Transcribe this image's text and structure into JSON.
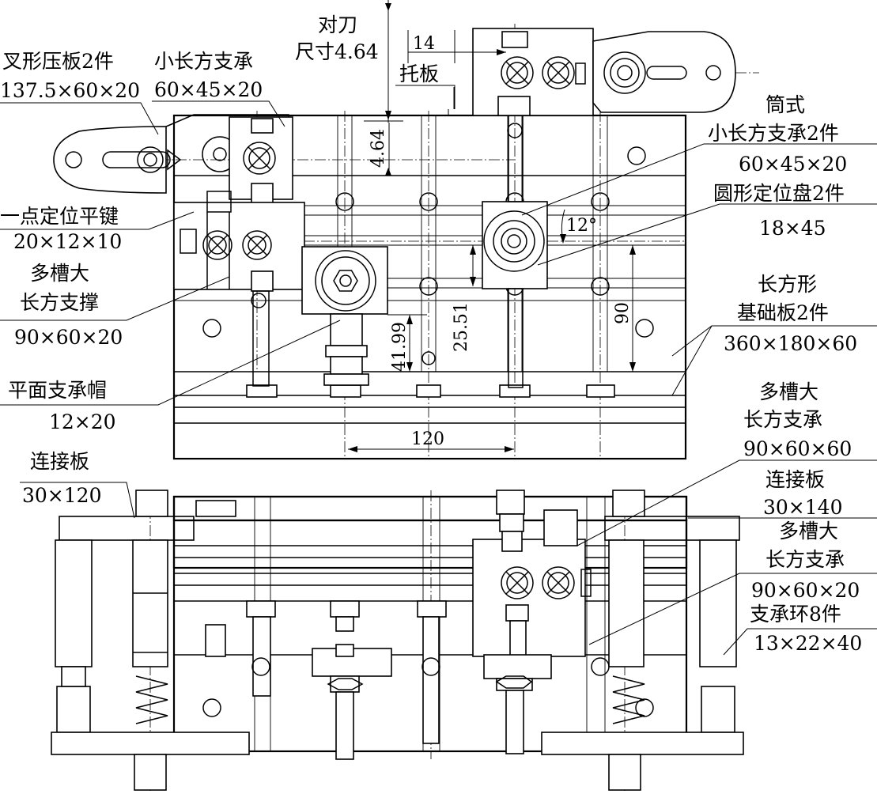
{
  "labels": {
    "fork_plate": {
      "name": "叉形压板2件",
      "size": "137.5×60×20"
    },
    "small_rect_support": {
      "name": "小长方支承",
      "size": "60×45×20"
    },
    "tool_setting": {
      "line1": "对刀",
      "line2": "尺寸4.64"
    },
    "pallet": {
      "name": "托板"
    },
    "tube_support": {
      "line1": "筒式",
      "line2": "小长方支承2件",
      "size": "60×45×20"
    },
    "round_locator": {
      "name": "圆形定位盘2件",
      "size": "18×45"
    },
    "flat_key": {
      "name": "一点定位平键",
      "size": "20×12×10"
    },
    "multi_slot_brace": {
      "line1": "多槽大",
      "line2": "长方支撑",
      "size": "90×60×20"
    },
    "rect_base": {
      "line1": "长方形",
      "line2": "基础板2件",
      "size": "360×180×60"
    },
    "flat_cap": {
      "name": "平面支承帽",
      "size": "12×20"
    },
    "multi_slot_support_60": {
      "line1": "多槽大",
      "line2": "长方支承",
      "size": "90×60×60"
    },
    "connector_120": {
      "name": "连接板",
      "size": "30×120"
    },
    "connector_140": {
      "name": "连接板",
      "size": "30×140"
    },
    "multi_slot_support_20": {
      "line1": "多槽大",
      "line2": "长方支承",
      "size": "90×60×20"
    },
    "support_ring": {
      "name": "支承环8件",
      "size": "13×22×40"
    }
  },
  "dimensions": {
    "d14": "14",
    "d464": "4.64",
    "angle": "12°",
    "d90": "90",
    "d2551": "25.51",
    "d4199": "41.99",
    "d120": "120"
  }
}
